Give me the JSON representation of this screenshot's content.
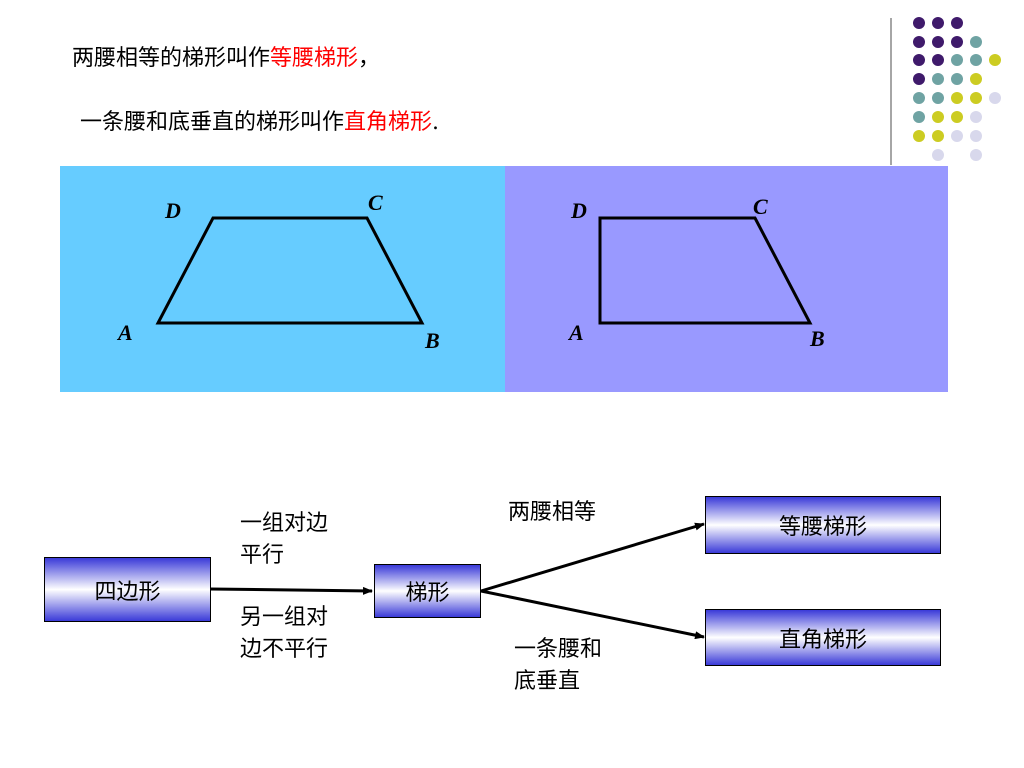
{
  "definitions": {
    "line1_prefix": "两腰相等的梯形叫作",
    "line1_term": "等腰梯形",
    "line1_suffix": "，",
    "line2_prefix": "一条腰和底垂直的梯形叫作",
    "line2_term": "直角梯形",
    "line2_suffix": "."
  },
  "figures": {
    "isosceles": {
      "A": "A",
      "B": "B",
      "C": "C",
      "D": "D",
      "background": "#66ccff"
    },
    "right": {
      "A": "A",
      "B": "B",
      "C": "C",
      "D": "D",
      "background": "#9999ff"
    }
  },
  "flowchart": {
    "start": "四边形",
    "edge1_top": [
      "一组对边",
      "平行"
    ],
    "edge1_bottom": [
      "另一组对",
      "边不平行"
    ],
    "middle": "梯形",
    "branch_top_label": "两腰相等",
    "branch_bottom_label": [
      "一条腰和",
      "底垂直"
    ],
    "result_top": "等腰梯形",
    "result_bottom": "直角梯形"
  },
  "colors": {
    "highlight": "#ff0000",
    "dot_purple": "#3f1a6b",
    "dot_teal": "#6fa3a3",
    "dot_yellow": "#cccc22",
    "dot_lavender": "#d8d8ec"
  }
}
